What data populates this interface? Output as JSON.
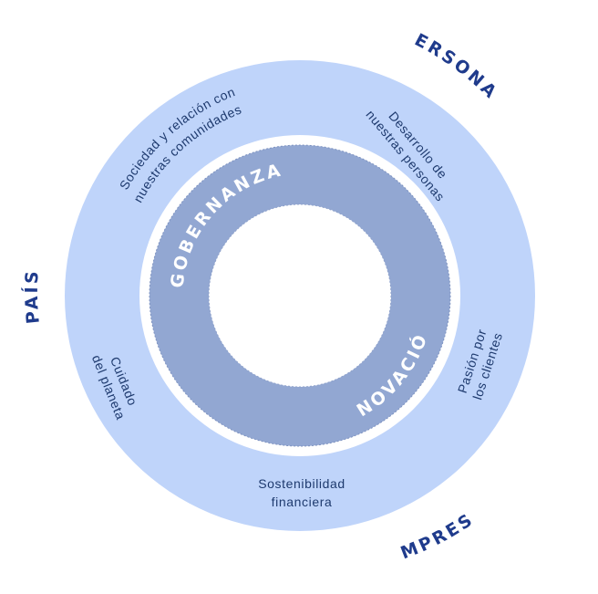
{
  "pillars": {
    "personas": "PERSONAS",
    "pais": "PAÍS",
    "empresa": "EMPRESA"
  },
  "core": {
    "gobernanza": "GOBERNANZA",
    "innovacion": "INNOVACIÓN"
  },
  "topics": {
    "sociedad": [
      "Sociedad y relación con",
      "nuestras comunidades"
    ],
    "desarrollo": [
      "Desarrollo de",
      "nuestras personas"
    ],
    "pasion": [
      "Pasión por",
      "los clientes"
    ],
    "sostenibilidad": [
      "Sostenibilidad",
      "financiera"
    ],
    "cuidado": [
      "Cuidado",
      "del planeta"
    ]
  },
  "colors": {
    "outer_ring": "#bfd4fa",
    "inner_ring": "#92a7d2",
    "pillar_text": "#1f3b8c",
    "topic_text": "#1e3a6e"
  }
}
